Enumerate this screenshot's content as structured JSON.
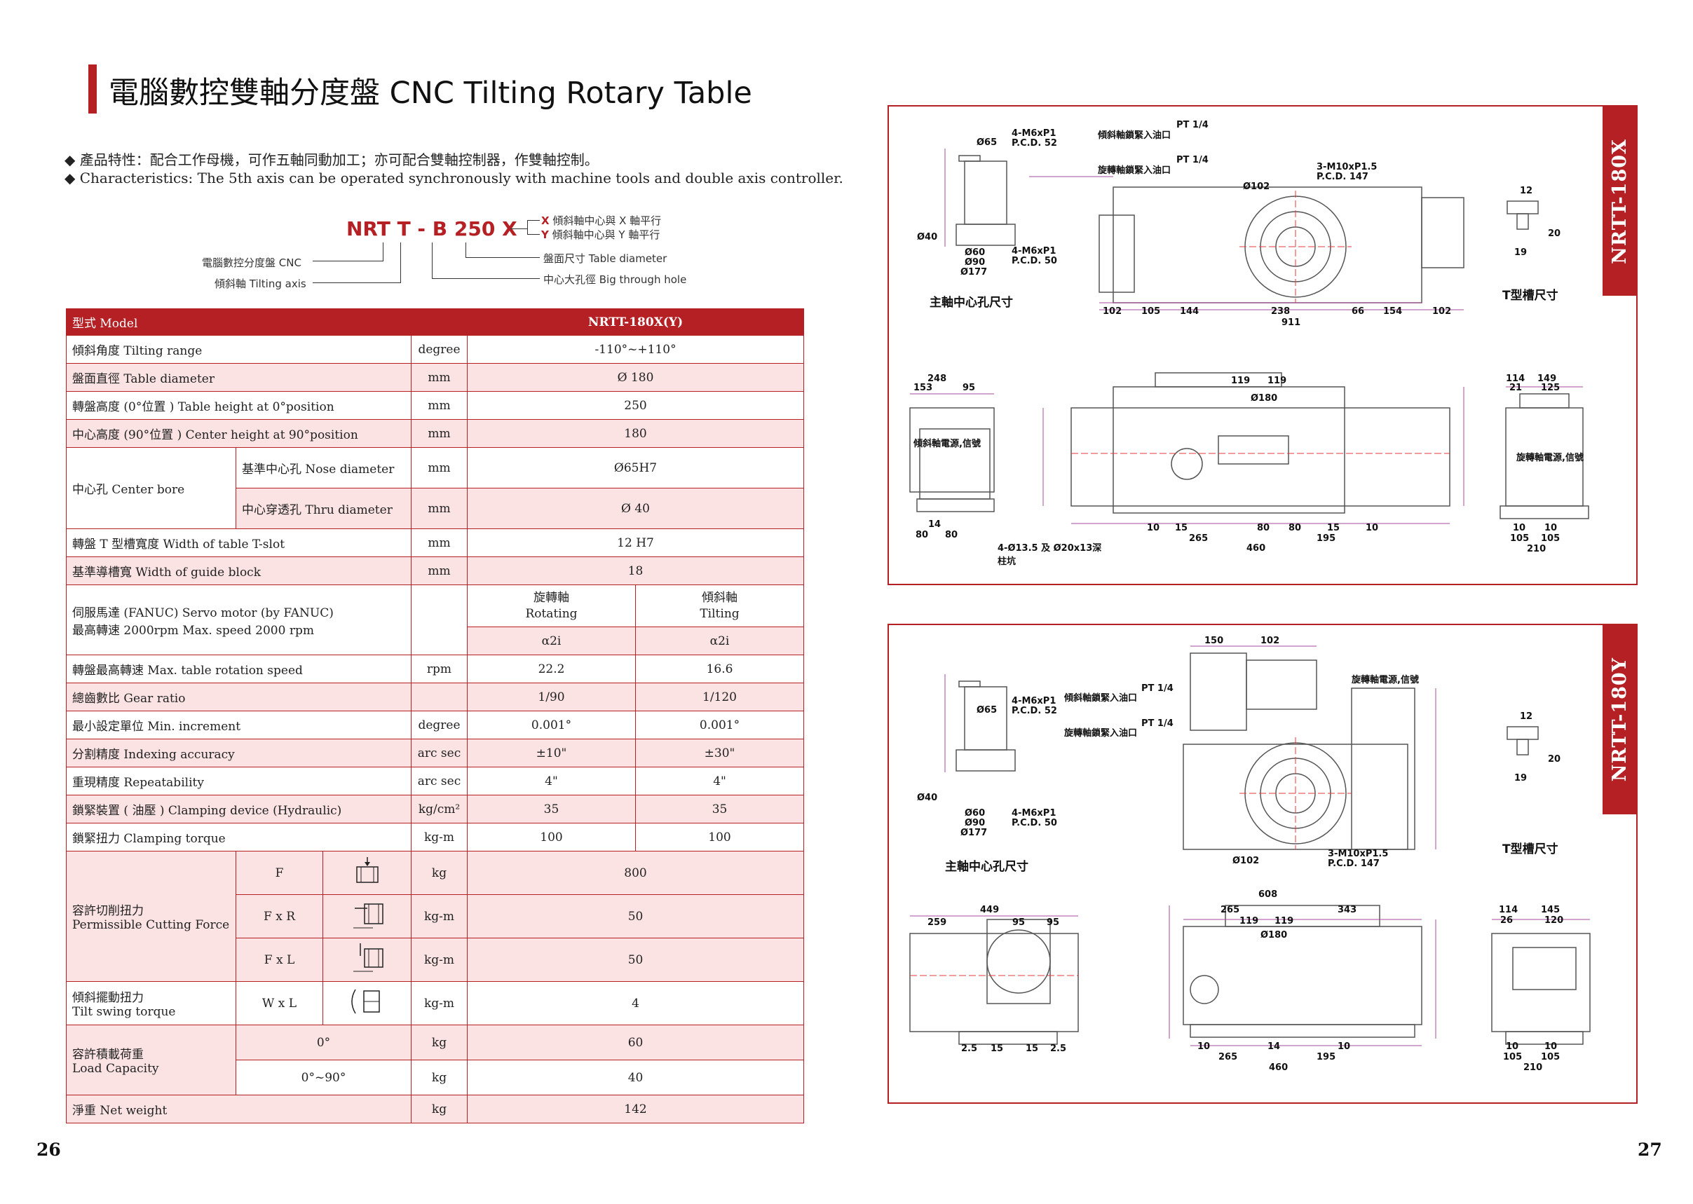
{
  "header": {
    "title": "電腦數控雙軸分度盤 CNC Tilting Rotary Table"
  },
  "features": {
    "zh": "◆ 產品特性：配合工作母機，可作五軸同動加工；亦可配合雙軸控制器，作雙軸控制。",
    "en": "◆ Characteristics: The 5th axis can be operated synchronously with machine tools and double axis controller."
  },
  "model_legend": {
    "code": "NRT T - B 250 X",
    "x_letter": "X",
    "x_text": "傾斜軸中心與 X 軸平行",
    "y_letter": "Y",
    "y_text": "傾斜軸中心與 Y 軸平行",
    "cnc": "電腦數控分度盤 CNC",
    "tilt": "傾斜軸 Tilting axis",
    "diam": "盤面尺寸 Table diameter",
    "hole": "中心大孔徑 Big through hole"
  },
  "table": {
    "h_model": "型式 Model",
    "h_value": "NRTT-180X(Y)",
    "tilting": {
      "label": "傾斜角度 Tilting range",
      "unit": "degree",
      "value": "-110°~+110°"
    },
    "diameter": {
      "label": "盤面直徑 Table diameter",
      "unit": "mm",
      "value": "Ø 180"
    },
    "height0": {
      "label": "轉盤高度 (0°位置 ) Table height at 0°position",
      "unit": "mm",
      "value": "250"
    },
    "height90": {
      "label": "中心高度 (90°位置 ) Center height at 90°position",
      "unit": "mm",
      "value": "180"
    },
    "bore": {
      "label": "中心孔 Center bore",
      "nose": {
        "label": "基準中心孔 Nose diameter",
        "unit": "mm",
        "value": "Ø65H7"
      },
      "thru": {
        "label": "中心穿透孔 Thru diameter",
        "unit": "mm",
        "value": "Ø 40"
      }
    },
    "tslot": {
      "label": "轉盤 T 型槽寬度 Width of  table T-slot",
      "unit": "mm",
      "value": "12 H7"
    },
    "guide": {
      "label": "基準導槽寬 Width of  guide block",
      "unit": "mm",
      "value": "18"
    },
    "servo": {
      "label1": "伺服馬達 (FANUC) Servo motor (by FANUC)",
      "label2": "最高轉速 2000rpm Max. speed 2000 rpm",
      "rot_zh": "旋轉軸",
      "rot_en": "Rotating",
      "tilt_zh": "傾斜軸",
      "tilt_en": "Tilting",
      "rot_val": "α2i",
      "tilt_val": "α2i"
    },
    "speed": {
      "label": "轉盤最高轉速 Max. table rotation speed",
      "unit": "rpm",
      "rot": "22.2",
      "tilt": "16.6"
    },
    "gear": {
      "label": "總齒數比 Gear ratio",
      "unit": "",
      "rot": "1/90",
      "tilt": "1/120"
    },
    "mininc": {
      "label": "最小設定單位 Min. increment",
      "unit": "degree",
      "rot": "0.001°",
      "tilt": "0.001°"
    },
    "index": {
      "label": "分割精度 Indexing accuracy",
      "unit": "arc sec",
      "rot": "±10\"",
      "tilt": "±30\""
    },
    "repeat": {
      "label": "重現精度 Repeatability",
      "unit": "arc sec",
      "rot": "4\"",
      "tilt": "4\""
    },
    "clamp": {
      "label": "鎖緊裝置 ( 油壓 ) Clamping device (Hydraulic)",
      "unit": "kg/cm²",
      "rot": "35",
      "tilt": "35"
    },
    "torque": {
      "label": "鎖緊扭力 Clamping torque",
      "unit": "kg-m",
      "rot": "100",
      "tilt": "100"
    },
    "cutting": {
      "zh": "容許切削扭力",
      "en": "Permissible Cutting Force",
      "f": {
        "sym": "F",
        "unit": "kg",
        "value": "800"
      },
      "fxr": {
        "sym": "F x R",
        "unit": "kg-m",
        "value": "50"
      },
      "fxl": {
        "sym": "F x L",
        "unit": "kg-m",
        "value": "50"
      }
    },
    "swing": {
      "zh": "傾斜擺動扭力",
      "en": "Tilt swing torque",
      "sym": "W x L",
      "unit": "kg-m",
      "value": "4"
    },
    "load": {
      "zh": "容許積載荷重",
      "en": "Load Capacity",
      "a0": {
        "angle": "0°",
        "unit": "kg",
        "value": "60"
      },
      "a90": {
        "angle": "0°~90°",
        "unit": "kg",
        "value": "40"
      }
    },
    "net": {
      "label": "淨重 Net weight",
      "unit": "kg",
      "value": "142"
    }
  },
  "pages": {
    "left": "26",
    "right": "27"
  },
  "panels": {
    "x": {
      "tab": "NRTT-180X",
      "bore_caption": "主軸中心孔尺寸",
      "tslot_caption": "T型槽尺寸"
    },
    "y": {
      "tab": "NRTT-180Y",
      "bore_caption": "主軸中心孔尺寸",
      "tslot_caption": "T型槽尺寸"
    }
  },
  "colors": {
    "accent": "#b52025",
    "pink": "#fbe3e4",
    "dim": "#a64b9e"
  }
}
